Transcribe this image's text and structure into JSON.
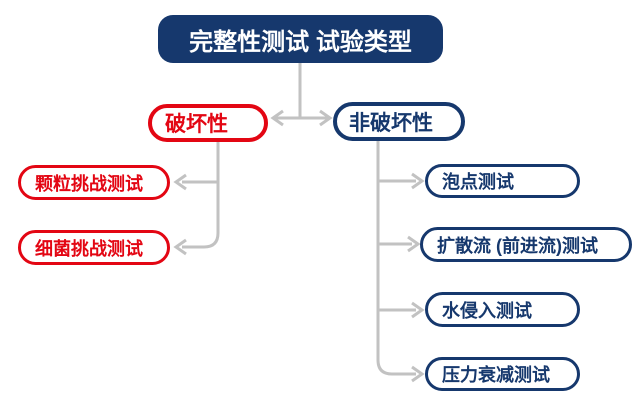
{
  "diagram": {
    "root": "完整性测试 试验类型",
    "destructive": {
      "label": "破坏性",
      "tests": [
        "颗粒挑战测试",
        "细菌挑战测试"
      ]
    },
    "non_destructive": {
      "label": "非破坏性",
      "tests": [
        "泡点测试",
        "扩散流 (前进流)测试",
        "水侵入测试",
        "压力衰减测试"
      ]
    },
    "colors": {
      "navy": "#16386d",
      "red": "#e30613",
      "connector_gray": "#c2c2c2",
      "background": "#ffffff",
      "root_text": "#ffffff"
    }
  }
}
